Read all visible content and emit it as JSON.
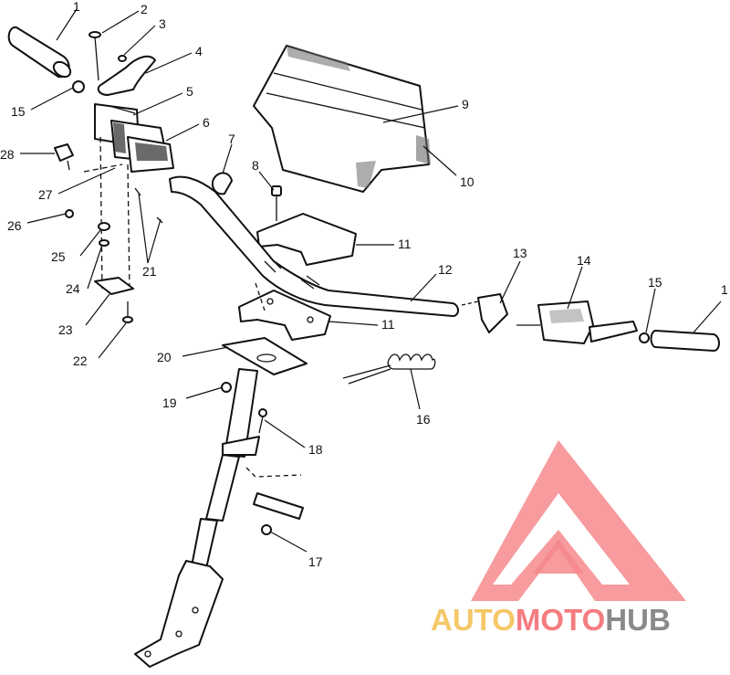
{
  "diagram": {
    "callouts": [
      {
        "id": "c1a",
        "label": "1"
      },
      {
        "id": "c2",
        "label": "2"
      },
      {
        "id": "c3",
        "label": "3"
      },
      {
        "id": "c4",
        "label": "4"
      },
      {
        "id": "c5",
        "label": "5"
      },
      {
        "id": "c6",
        "label": "6"
      },
      {
        "id": "c7",
        "label": "7"
      },
      {
        "id": "c8",
        "label": "8"
      },
      {
        "id": "c9",
        "label": "9"
      },
      {
        "id": "c10",
        "label": "10"
      },
      {
        "id": "c11a",
        "label": "11"
      },
      {
        "id": "c11b",
        "label": "11"
      },
      {
        "id": "c12",
        "label": "12"
      },
      {
        "id": "c13",
        "label": "13"
      },
      {
        "id": "c14",
        "label": "14"
      },
      {
        "id": "c15a",
        "label": "15"
      },
      {
        "id": "c15b",
        "label": "15"
      },
      {
        "id": "c1b",
        "label": "1"
      },
      {
        "id": "c16",
        "label": "16"
      },
      {
        "id": "c17",
        "label": "17"
      },
      {
        "id": "c18",
        "label": "18"
      },
      {
        "id": "c19",
        "label": "19"
      },
      {
        "id": "c20",
        "label": "20"
      },
      {
        "id": "c21",
        "label": "21"
      },
      {
        "id": "c22",
        "label": "22"
      },
      {
        "id": "c23",
        "label": "23"
      },
      {
        "id": "c24",
        "label": "24"
      },
      {
        "id": "c25",
        "label": "25"
      },
      {
        "id": "c26",
        "label": "26"
      },
      {
        "id": "c27",
        "label": "27"
      },
      {
        "id": "c28",
        "label": "28"
      }
    ]
  },
  "watermark": {
    "part1": "AUTO",
    "part2": "MOTO",
    "part3": "HUB",
    "colors": {
      "gold": "#f5c868",
      "coral": "#f47c80",
      "gray": "#8a8a8a"
    }
  }
}
